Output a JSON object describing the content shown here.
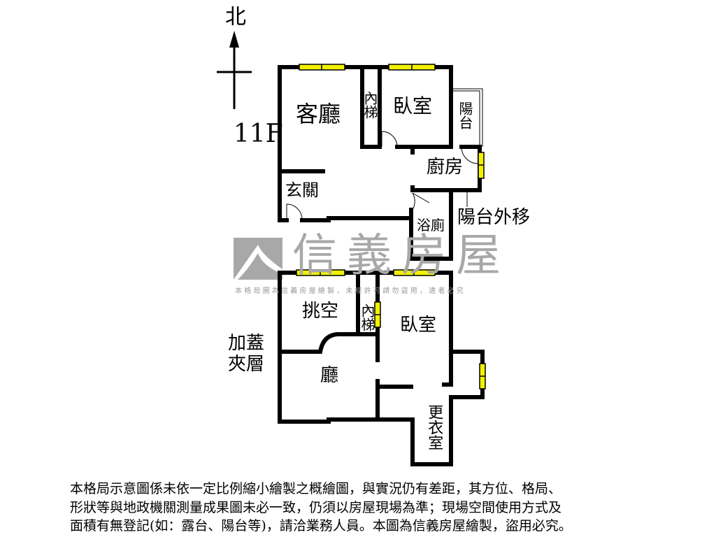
{
  "compass": {
    "north_label": "北"
  },
  "floors": [
    {
      "label": "11F",
      "rooms": [
        "客廳",
        "內梯",
        "臥室",
        "陽台",
        "廚房",
        "玄關",
        "浴廁",
        "陽台外移"
      ]
    },
    {
      "label": "加蓋夾層",
      "rooms": [
        "挑空",
        "內梯",
        "臥室",
        "廳",
        "更衣室"
      ]
    }
  ],
  "labels": {
    "living_room": "客廳",
    "stair_upper": "內梯",
    "bedroom_upper": "臥室",
    "balcony": "陽台",
    "kitchen": "廚房",
    "entrance": "玄關",
    "bathroom": "浴廁",
    "balcony_moved": "陽台外移",
    "void": "挑空",
    "stair_lower": "內梯",
    "bedroom_lower": "臥室",
    "hall": "廳",
    "closet": "更衣室",
    "floor_11": "11F",
    "floor_mezz": "加蓋夾層"
  },
  "watermark": {
    "brand": "信義房屋",
    "notice": "本格局圖為信義房屋繪製，未經許可請勿盜用，違者必究"
  },
  "disclaimer": [
    "本格局示意圖係未依一定比例縮小繪製之概繪圖，與實況仍有差距，其方位、格局、",
    "形狀等與地政機關測量成果圖未必一致，仍須以房屋現場為準；現場空間使用方式及",
    "面積有無登記(如：露台、陽台等)，請洽業務人員。本圖為信義房屋繪製，盜用必究。"
  ],
  "colors": {
    "wall": "#000000",
    "window": "#f2f200",
    "watermark": "#a8a8a8"
  }
}
